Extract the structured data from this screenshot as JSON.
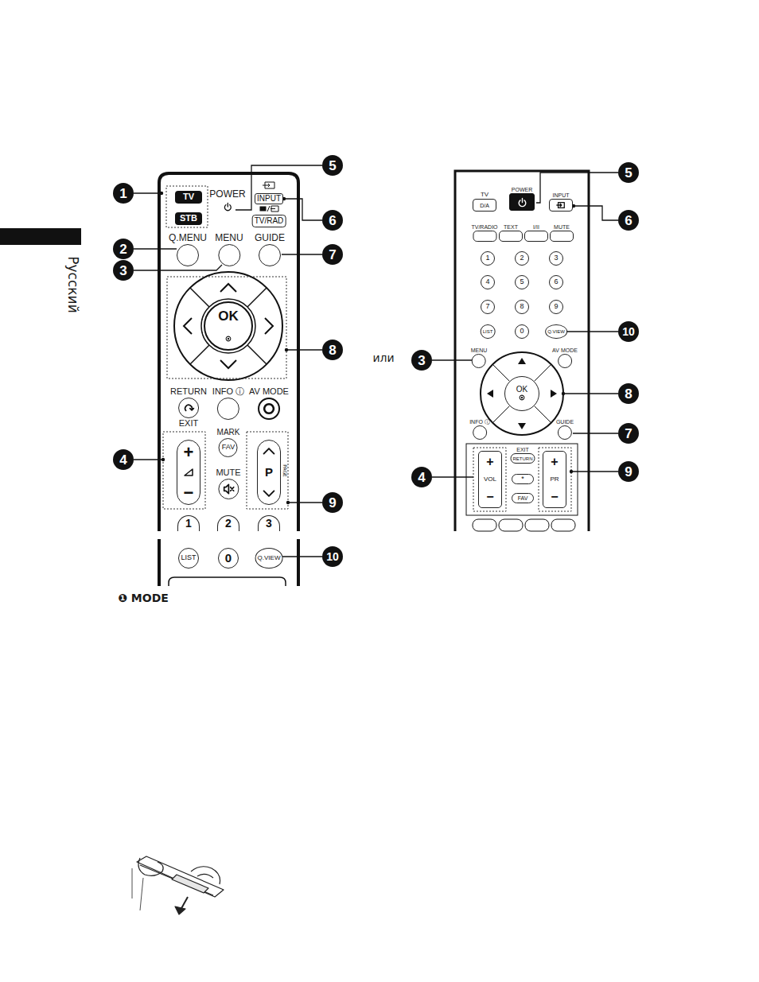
{
  "diagram": {
    "nodes": [
      {
        "text": [
          "TV"
        ]
      },
      {
        "text": [
          "STB"
        ]
      },
      {
        "text": [
          "POWER"
        ]
      },
      {
        "text": [
          "INPUT"
        ]
      },
      {
        "text": [
          "TV/RAD"
        ]
      },
      {
        "text": [
          "Q.MENU"
        ]
      },
      {
        "text": [
          "MENU"
        ]
      },
      {
        "text": [
          "GUIDE"
        ]
      },
      {
        "text": [
          "OK"
        ]
      },
      {
        "text": [
          "RETURN",
          "EXIT"
        ]
      },
      {
        "text": [
          "INFO ⓘ"
        ]
      },
      {
        "text": [
          "AV MODE"
        ]
      },
      {
        "text": [
          "+",
          "−"
        ]
      },
      {
        "text": [
          "MARK",
          "FAV"
        ]
      },
      {
        "text": [
          "MUTE"
        ]
      },
      {
        "text": [
          "P"
        ]
      },
      {
        "text": [
          "1"
        ]
      },
      {
        "text": [
          "2"
        ]
      },
      {
        "text": [
          "3"
        ]
      },
      {
        "text": [
          "LIST"
        ]
      },
      {
        "text": [
          "0"
        ]
      },
      {
        "text": [
          "Q.VIEW"
        ]
      },
      {
        "text": [
          "TV",
          "D/A"
        ]
      },
      {
        "text": [
          "POWER"
        ]
      },
      {
        "text": [
          "INPUT"
        ]
      },
      {
        "text": [
          "TV/RADIO"
        ]
      },
      {
        "text": [
          "TEXT"
        ]
      },
      {
        "text": [
          "I/II"
        ]
      },
      {
        "text": [
          "MUTE"
        ]
      },
      {
        "text": [
          "1"
        ]
      },
      {
        "text": [
          "2"
        ]
      },
      {
        "text": [
          "3"
        ]
      },
      {
        "text": [
          "4"
        ]
      },
      {
        "text": [
          "5"
        ]
      },
      {
        "text": [
          "6"
        ]
      },
      {
        "text": [
          "7"
        ]
      },
      {
        "text": [
          "8"
        ]
      },
      {
        "text": [
          "9"
        ]
      },
      {
        "text": [
          "LIST"
        ]
      },
      {
        "text": [
          "0"
        ]
      },
      {
        "text": [
          "Q.VIEW"
        ]
      },
      {
        "text": [
          "MENU"
        ]
      },
      {
        "text": [
          "AV MODE"
        ]
      },
      {
        "text": [
          "OK"
        ]
      },
      {
        "text": [
          "INFO ⓘ"
        ]
      },
      {
        "text": [
          "GUIDE"
        ]
      },
      {
        "text": [
          "+",
          "VOL",
          "−"
        ]
      },
      {
        "text": [
          "EXIT",
          "RETURN"
        ]
      },
      {
        "text": [
          "*"
        ]
      },
      {
        "text": [
          "FAV"
        ]
      },
      {
        "text": [
          "+",
          "PR",
          "−"
        ]
      }
    ],
    "labels": [
      "Русский",
      "1",
      "5",
      "6",
      "2",
      "7",
      "3",
      "8",
      "4",
      "9",
      "10",
      "или",
      "5",
      "6",
      "10",
      "3",
      "8",
      "7",
      "4",
      "9",
      "PAGE",
      "❶ MODE"
    ]
  }
}
